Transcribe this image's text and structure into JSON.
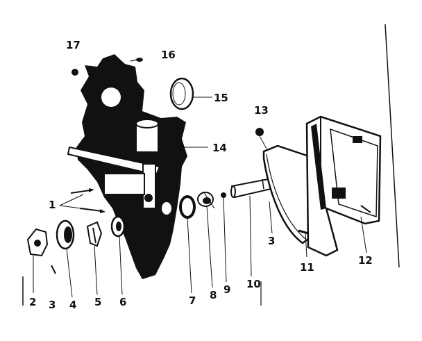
{
  "diagram": {
    "colors": {
      "ink": "#111111",
      "paper": "#ffffff"
    },
    "callouts": [
      {
        "id": "c1",
        "text": "1"
      },
      {
        "id": "c2",
        "text": "2"
      },
      {
        "id": "c3",
        "text": "3"
      },
      {
        "id": "c3b",
        "text": "3"
      },
      {
        "id": "c4",
        "text": "4"
      },
      {
        "id": "c5",
        "text": "5"
      },
      {
        "id": "c6",
        "text": "6"
      },
      {
        "id": "c7",
        "text": "7"
      },
      {
        "id": "c8",
        "text": "8"
      },
      {
        "id": "c9",
        "text": "9"
      },
      {
        "id": "c10",
        "text": "10"
      },
      {
        "id": "c11",
        "text": "11"
      },
      {
        "id": "c12",
        "text": "12"
      },
      {
        "id": "c13",
        "text": "13"
      },
      {
        "id": "c14",
        "text": "14"
      },
      {
        "id": "c15",
        "text": "15"
      },
      {
        "id": "c16",
        "text": "16"
      },
      {
        "id": "c17",
        "text": "17"
      }
    ]
  }
}
